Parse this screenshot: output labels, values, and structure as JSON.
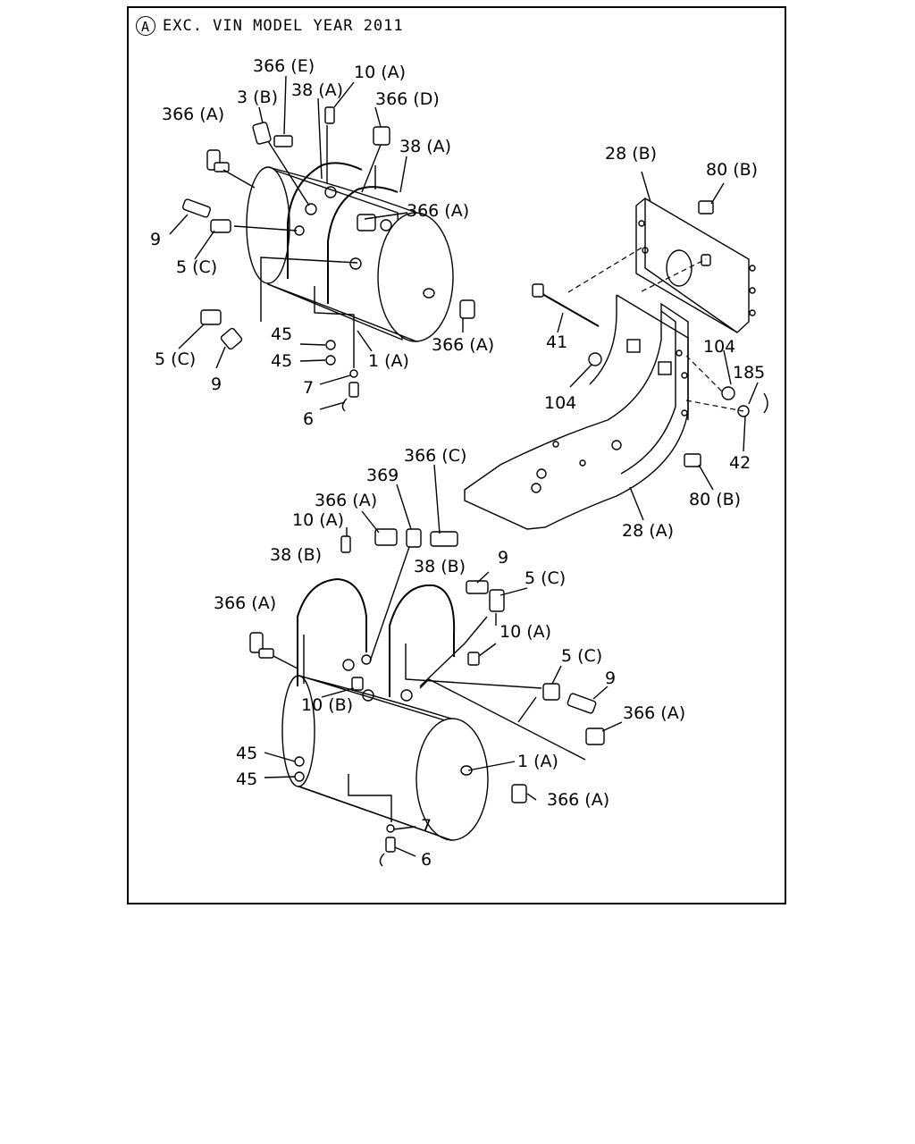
{
  "header": {
    "circle_letter": "A",
    "title": "EXC. VIN MODEL YEAR 2011"
  },
  "callouts": [
    {
      "id": "c01",
      "text": "366 (E)"
    },
    {
      "id": "c02",
      "text": "10 (A)"
    },
    {
      "id": "c03",
      "text": "3 (B)"
    },
    {
      "id": "c04",
      "text": "38 (A)"
    },
    {
      "id": "c05",
      "text": "366 (D)"
    },
    {
      "id": "c06",
      "text": "366 (A)"
    },
    {
      "id": "c07",
      "text": "38 (A)"
    },
    {
      "id": "c08",
      "text": "366 (A)"
    },
    {
      "id": "c09",
      "text": "9"
    },
    {
      "id": "c10",
      "text": "5 (C)"
    },
    {
      "id": "c11",
      "text": "366 (A)"
    },
    {
      "id": "c12",
      "text": "45"
    },
    {
      "id": "c13",
      "text": "45"
    },
    {
      "id": "c14",
      "text": "1 (A)"
    },
    {
      "id": "c15",
      "text": "5 (C)"
    },
    {
      "id": "c16",
      "text": "9"
    },
    {
      "id": "c17",
      "text": "7"
    },
    {
      "id": "c18",
      "text": "6"
    },
    {
      "id": "c19",
      "text": "28 (B)"
    },
    {
      "id": "c20",
      "text": "80 (B)"
    },
    {
      "id": "c21",
      "text": "41"
    },
    {
      "id": "c22",
      "text": "104"
    },
    {
      "id": "c23",
      "text": "104"
    },
    {
      "id": "c24",
      "text": "185"
    },
    {
      "id": "c25",
      "text": "42"
    },
    {
      "id": "c26",
      "text": "80 (B)"
    },
    {
      "id": "c27",
      "text": "28 (A)"
    },
    {
      "id": "c28",
      "text": "366 (C)"
    },
    {
      "id": "c29",
      "text": "369"
    },
    {
      "id": "c30",
      "text": "366 (A)"
    },
    {
      "id": "c31",
      "text": "10 (A)"
    },
    {
      "id": "c32",
      "text": "38 (B)"
    },
    {
      "id": "c33",
      "text": "38 (B)"
    },
    {
      "id": "c34",
      "text": "9"
    },
    {
      "id": "c35",
      "text": "5 (C)"
    },
    {
      "id": "c36",
      "text": "366 (A)"
    },
    {
      "id": "c37",
      "text": "10 (A)"
    },
    {
      "id": "c38",
      "text": "5 (C)"
    },
    {
      "id": "c39",
      "text": "9"
    },
    {
      "id": "c40",
      "text": "10 (B)"
    },
    {
      "id": "c41",
      "text": "366 (A)"
    },
    {
      "id": "c42",
      "text": "45"
    },
    {
      "id": "c43",
      "text": "1 (A)"
    },
    {
      "id": "c44",
      "text": "45"
    },
    {
      "id": "c45",
      "text": "366 (A)"
    },
    {
      "id": "c46",
      "text": "7"
    },
    {
      "id": "c47",
      "text": "6"
    }
  ]
}
